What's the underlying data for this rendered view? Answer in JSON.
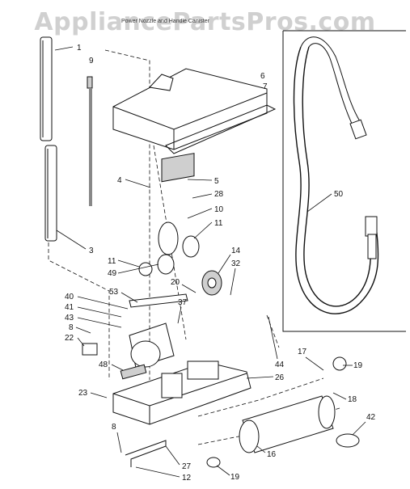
{
  "watermark": "AppliancePartsPros.com",
  "header_text": "Power Nozzle and Handle Canister",
  "footer_text": "",
  "callouts": [
    "1",
    "9",
    "6",
    "7",
    "4",
    "5",
    "28",
    "10",
    "11",
    "50",
    "3",
    "11",
    "49",
    "14",
    "32",
    "20",
    "53",
    "37",
    "40",
    "41",
    "43",
    "8",
    "22",
    "48",
    "17",
    "19",
    "44",
    "26",
    "23",
    "18",
    "42",
    "8",
    "16",
    "27",
    "12",
    "19"
  ]
}
